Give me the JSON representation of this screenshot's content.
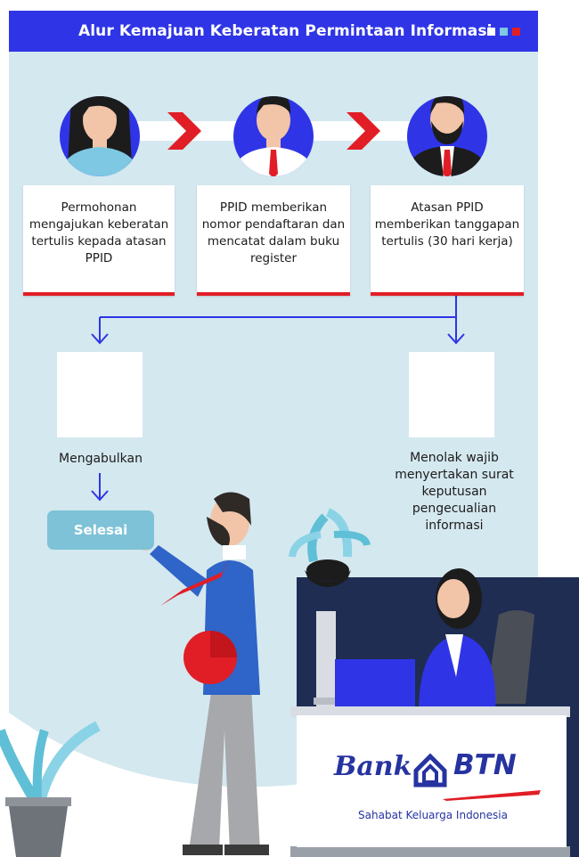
{
  "header": {
    "title": "Alur Kemajuan Keberatan Permintaan Informasi"
  },
  "steps": [
    {
      "text": "Permohonan mengajukan keberatan tertulis kepada atasan PPID"
    },
    {
      "text": "PPID memberikan nomor pendaftaran dan mencatat dalam buku register"
    },
    {
      "text": "Atasan PPID memberikan tanggapan tertulis (30 hari kerja)"
    }
  ],
  "outcomes": {
    "accept_label": "Mengabulkan",
    "reject_label": "Menolak wajib menyertakan surat keputusan pengecualian informasi",
    "done_label": "Selesai"
  },
  "brand": {
    "bank": "Bank",
    "btn": "BTN",
    "tagline": "Sahabat Keluarga Indonesia"
  },
  "colors": {
    "header": "#2f35e6",
    "panel": "#d4e8ef",
    "accent_red": "#e11e26",
    "flow_line": "#2f35e6",
    "navy": "#1f2d52"
  }
}
